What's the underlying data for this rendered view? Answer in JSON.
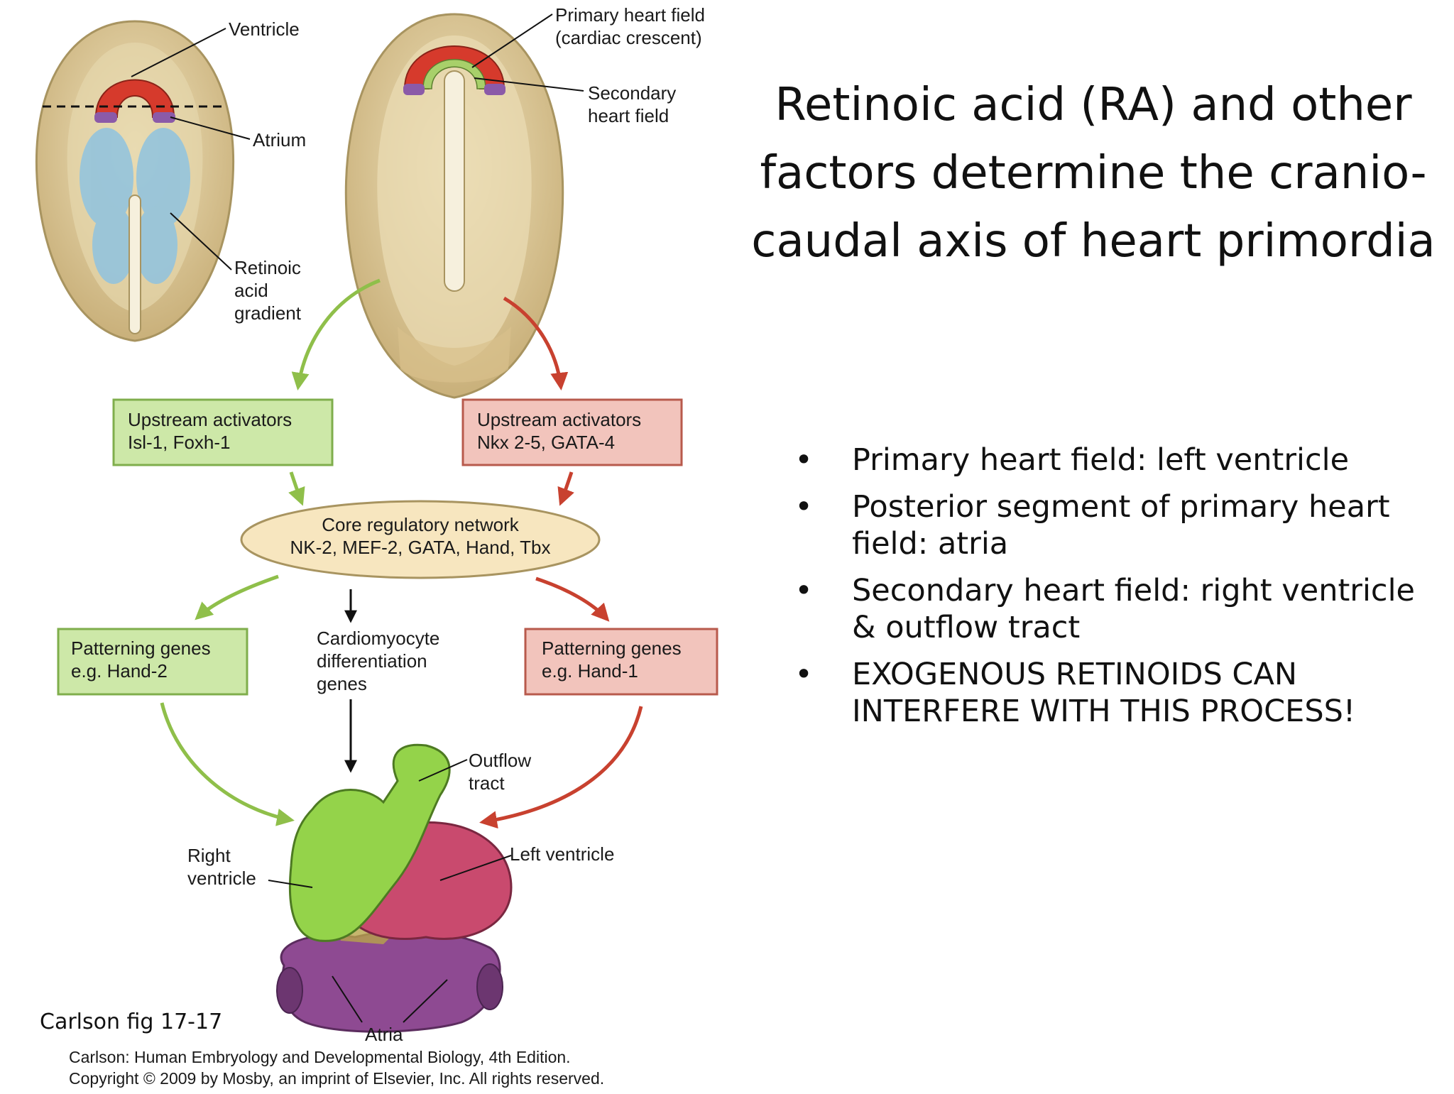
{
  "slide": {
    "title": "Retinoic acid (RA) and other factors determine the  cranio-caudal axis of heart primordia",
    "bullets": [
      "Primary heart field: left ventricle",
      "Posterior segment of primary heart field: atria",
      "Secondary heart field: right ventricle & outflow tract",
      "EXOGENOUS RETINOIDS CAN INTERFERE WITH THIS PROCESS!"
    ],
    "bullet_symbol": "•"
  },
  "figure": {
    "labels": {
      "ventricle": "Ventricle",
      "atrium": "Atrium",
      "retinoic_1": "Retinoic",
      "retinoic_2": "acid",
      "retinoic_3": "gradient",
      "primary_1": "Primary heart field",
      "primary_2": "(cardiac crescent)",
      "secondary_1": "Secondary",
      "secondary_2": "heart field",
      "cardio_1": "Cardiomyocyte",
      "cardio_2": "differentiation",
      "cardio_3": "genes",
      "outflow_1": "Outflow",
      "outflow_2": "tract",
      "left_ventricle": "Left ventricle",
      "right_1": "Right",
      "right_2": "ventricle",
      "atria": "Atria"
    },
    "boxes": {
      "upstream_left_1": "Upstream activators",
      "upstream_left_2": "Isl-1, Foxh-1",
      "upstream_right_1": "Upstream activators",
      "upstream_right_2": "Nkx 2-5, GATA-4",
      "core_1": "Core regulatory network",
      "core_2": "NK-2, MEF-2, GATA, Hand, Tbx",
      "pattern_left_1": "Patterning genes",
      "pattern_left_2": "e.g. Hand-2",
      "pattern_right_1": "Patterning genes",
      "pattern_right_2": "e.g. Hand-1"
    },
    "figure_ref": "Carlson fig 17-17",
    "caption_1": "Carlson: Human Embryology and Developmental Biology, 4th Edition.",
    "caption_2": "Copyright © 2009 by Mosby, an imprint of Elsevier, Inc. All rights reserved."
  },
  "colors": {
    "green_box": "#cde8a8",
    "green_border": "#7fae4c",
    "red_box": "#f2c4bc",
    "red_border": "#b85a4c",
    "core_fill": "#f7e6bf",
    "heart_red": "#d63a2c",
    "atrium_purple": "#8b5aa8",
    "green_arrow": "#8fbf4a",
    "red_arrow": "#c8412f",
    "embryo_tan": "#d9c48f"
  }
}
